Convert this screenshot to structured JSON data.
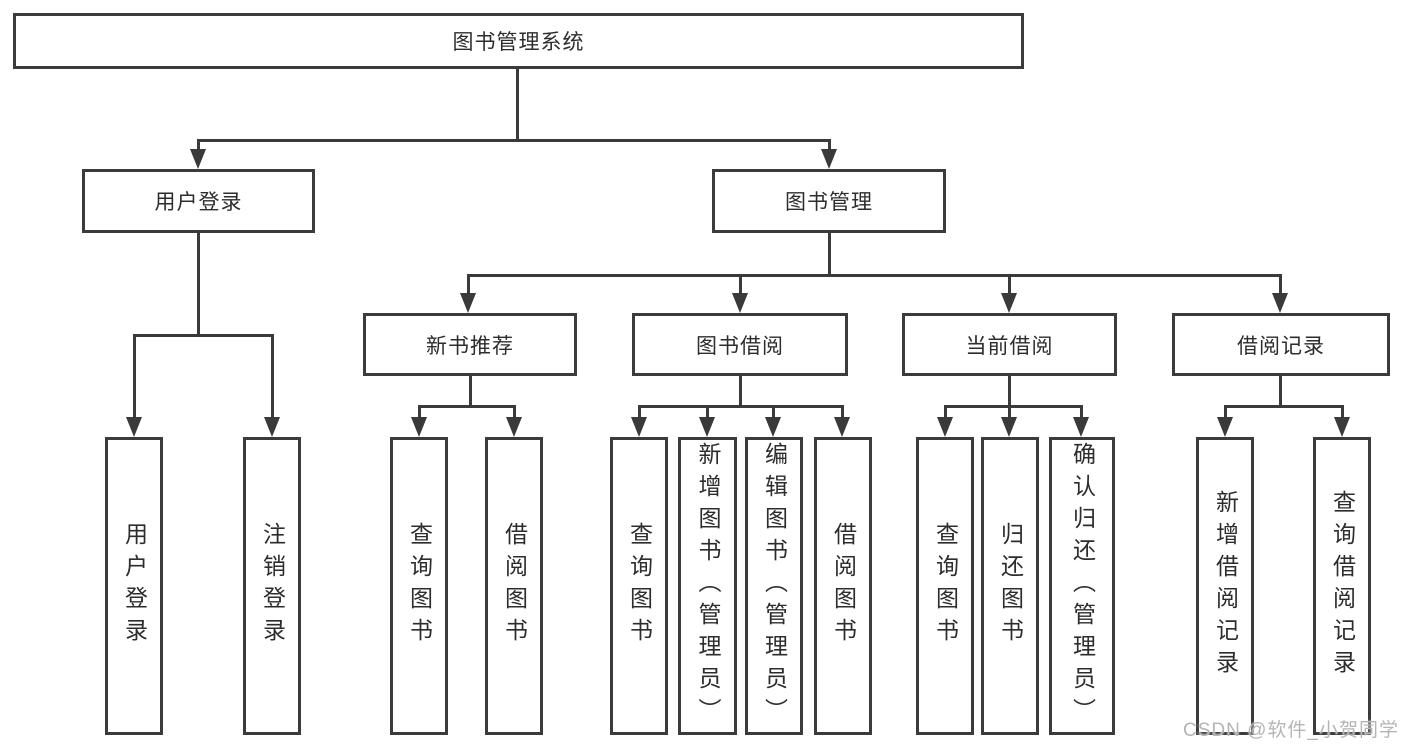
{
  "nodes": {
    "root": "图书管理系统",
    "user_login": "用户登录",
    "book_mgmt": "图书管理",
    "new_books": "新书推荐",
    "book_borrow": "图书借阅",
    "current_borrow": "当前借阅",
    "borrow_records": "借阅记录"
  },
  "leaves": {
    "user_login": [
      "用户登录",
      "注销登录"
    ],
    "new_books": [
      "查询图书",
      "借阅图书"
    ],
    "book_borrow": [
      "查询图书",
      "新增图书（管理员）",
      "编辑图书（管理员）",
      "借阅图书"
    ],
    "current_borrow": [
      "查询图书",
      "归还图书",
      "确认归还（管理员）"
    ],
    "borrow_records": [
      "新增借阅记录",
      "查询借阅记录"
    ]
  },
  "watermark": "CSDN @软件_小贺同学",
  "colors": {
    "line": "#3a3a3a",
    "text": "#2d2d2d",
    "watermark": "#b5b5b5",
    "background": "#ffffff"
  }
}
